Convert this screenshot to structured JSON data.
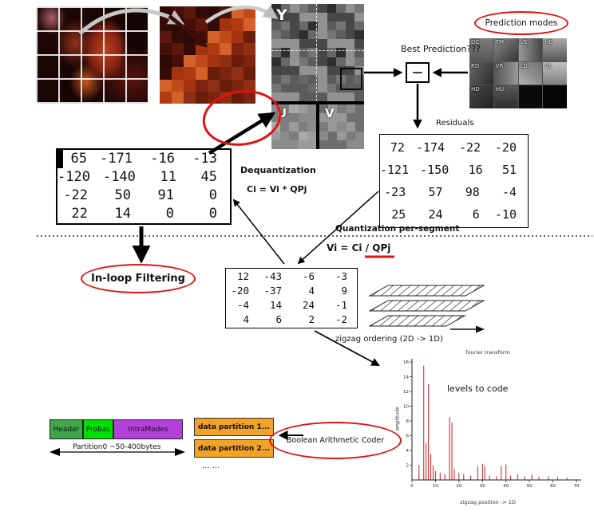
{
  "pipeline": {
    "planes": {
      "y": "Y",
      "u": "U",
      "v": "V"
    },
    "prediction": {
      "title": "Prediction modes",
      "best": "Best Prediction???",
      "minus": "—",
      "modes": [
        "DC",
        "TM",
        "VE",
        "HE",
        "RD",
        "VR",
        "LD",
        "VL",
        "HD",
        "HU",
        "",
        ""
      ]
    },
    "residuals_label": "Residuals",
    "dequantization": {
      "title": "Dequantization",
      "formula": "Ci = Vi * QPj"
    },
    "quantization": {
      "title": "Quantization per-segment",
      "formula": "Vi = Ci / QPj"
    },
    "inloop_label": "In-loop Filtering",
    "zigzag_label": "zigzag ordering  (2D -> 1D)",
    "bac_label": "Boolean Arithmetic Coder"
  },
  "matrices": {
    "dequantized": [
      [
        65,
        -171,
        -16,
        -13
      ],
      [
        -120,
        -140,
        11,
        45
      ],
      [
        -22,
        50,
        91,
        0
      ],
      [
        22,
        14,
        0,
        0
      ]
    ],
    "residuals": [
      [
        72,
        -174,
        -22,
        -20
      ],
      [
        -121,
        -150,
        16,
        51
      ],
      [
        -23,
        57,
        98,
        -4
      ],
      [
        25,
        24,
        6,
        -10
      ]
    ],
    "quantized": [
      [
        12,
        -43,
        -6,
        -3
      ],
      [
        -20,
        -37,
        4,
        9
      ],
      [
        -4,
        14,
        24,
        -1
      ],
      [
        4,
        6,
        2,
        -2
      ]
    ]
  },
  "bitstream": {
    "partition0": [
      {
        "label": "Header",
        "color": "#3fa64b"
      },
      {
        "label": "Probas",
        "color": "#00e000"
      },
      {
        "label": "IntraModes",
        "color": "#b341d9"
      }
    ],
    "partition0_caption": "Partition0  ~50-400bytes",
    "partitions": [
      {
        "label": "data partition 1..."
      },
      {
        "label": "data partition 2..."
      }
    ],
    "partition_color": "#f2a227",
    "dots": "...   ..."
  },
  "mosaics": {
    "block_dark": [
      "#2b0a06",
      "#441009",
      "#5c170f",
      "#330c07"
    ],
    "block_bright": [
      "#a4330f",
      "#c04a1c",
      "#d2622a",
      "#b03a12"
    ],
    "block_mid": [
      "#7c2410",
      "#8f2f16",
      "#6b1d0c"
    ],
    "y_grays": [
      "#2e2e2e",
      "#474747",
      "#5c5c5c",
      "#757575",
      "#929292",
      "#686868"
    ],
    "u_grays": [
      "#8b8b8b",
      "#9b9b9b",
      "#a9a9a9",
      "#7d7d7d"
    ],
    "v_grays": [
      "#6e6e6e",
      "#8a8a8a",
      "#7b7b7b",
      "#989898"
    ]
  },
  "accent": {
    "red": "#e11212"
  },
  "chart_data": {
    "type": "bar",
    "title": "fourier transform",
    "xlabel": "zigzag position  -> 1D",
    "ylabel": "amplitude",
    "annotation": "levels to code",
    "legend": [],
    "grid": false,
    "color": "#cc3333",
    "xlim": [
      0,
      70
    ],
    "ylim": [
      0,
      16
    ],
    "x": [
      3,
      5,
      6,
      7,
      8,
      9,
      10,
      12,
      14,
      16,
      17,
      18,
      20,
      22,
      25,
      28,
      30,
      31,
      33,
      36,
      38,
      40,
      42,
      45,
      48,
      51,
      54,
      58,
      62,
      66
    ],
    "values": [
      2,
      15.5,
      5,
      13,
      3.5,
      2,
      1.2,
      1,
      0.8,
      8.5,
      7.8,
      1.5,
      1,
      0.8,
      0.6,
      1.8,
      2.2,
      1.9,
      0.6,
      0.5,
      1.9,
      2.1,
      0.6,
      0.8,
      0.5,
      0.7,
      0.4,
      0.5,
      0.4,
      0.3
    ]
  }
}
